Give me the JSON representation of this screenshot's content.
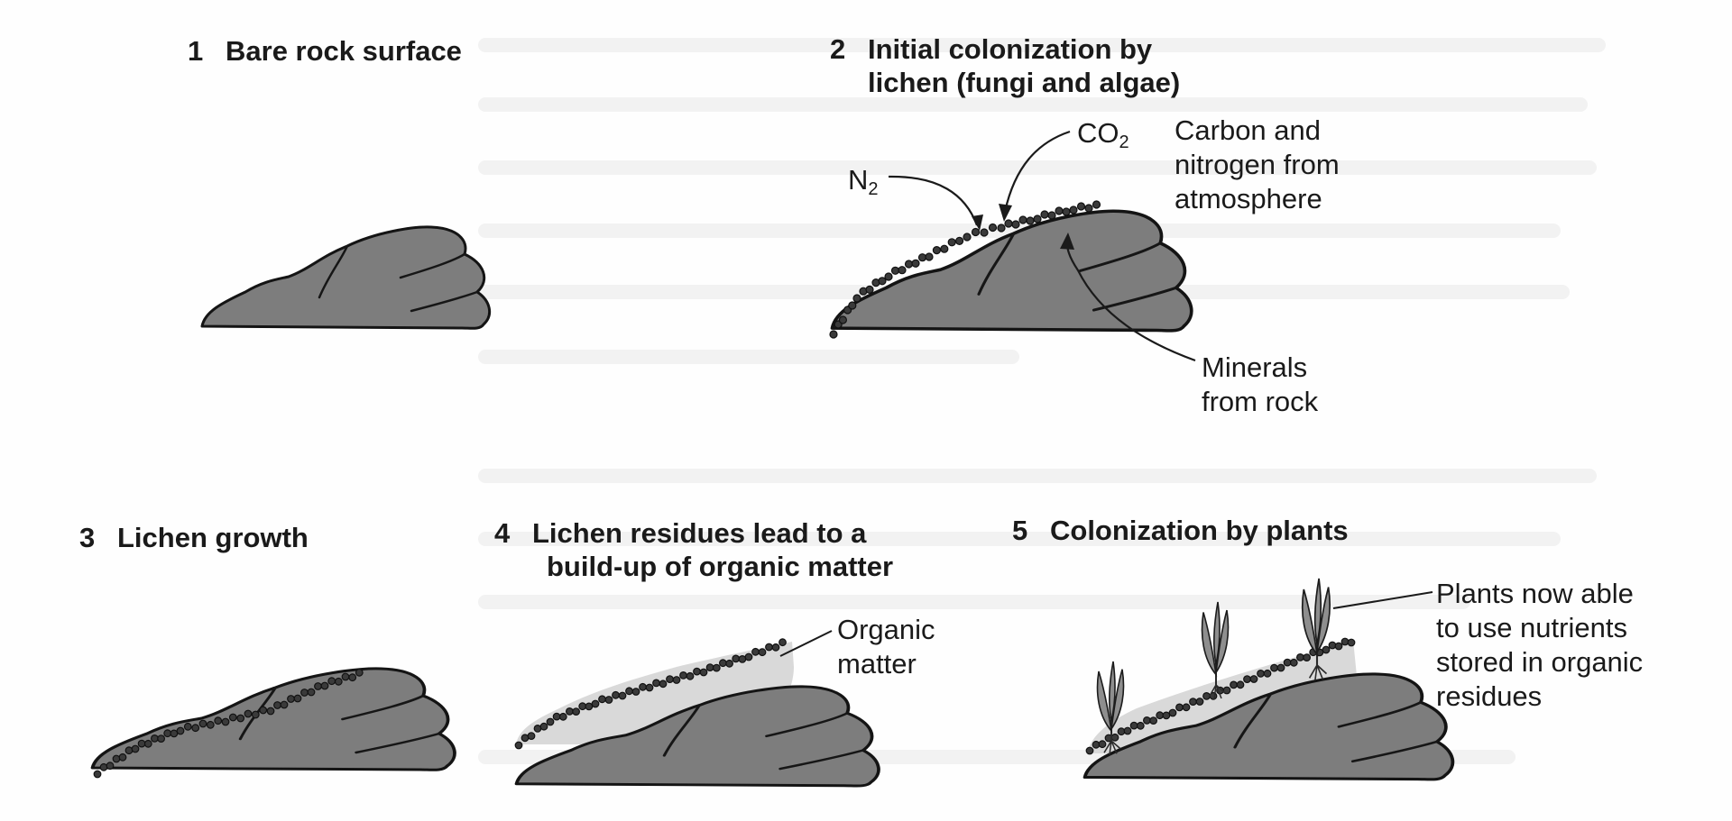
{
  "panels": [
    {
      "number": "1",
      "title": [
        "Bare rock surface"
      ]
    },
    {
      "number": "2",
      "title": [
        "Initial colonization by",
        "lichen (fungi and algae)"
      ]
    },
    {
      "number": "3",
      "title": [
        "Lichen growth"
      ]
    },
    {
      "number": "4",
      "title": [
        "Lichen residues lead to a",
        "build-up of organic matter"
      ]
    },
    {
      "number": "5",
      "title": [
        "Colonization by plants"
      ]
    }
  ],
  "labels": {
    "n2": {
      "base": "N",
      "sub": "2"
    },
    "co2": {
      "base": "CO",
      "sub": "2"
    },
    "carbon_nitrogen": [
      "Carbon and",
      "nitrogen from",
      "atmosphere"
    ],
    "minerals": [
      "Minerals",
      "from rock"
    ],
    "organic_matter": [
      "Organic",
      "matter"
    ],
    "plants_nutrients": [
      "Plants now able",
      "to use nutrients",
      "stored in organic",
      "residues"
    ]
  },
  "colors": {
    "rock": "#7d7d7d",
    "organic_matter": "#d9d9d9",
    "lichen": "#3a3a3a",
    "outline": "#141414"
  }
}
